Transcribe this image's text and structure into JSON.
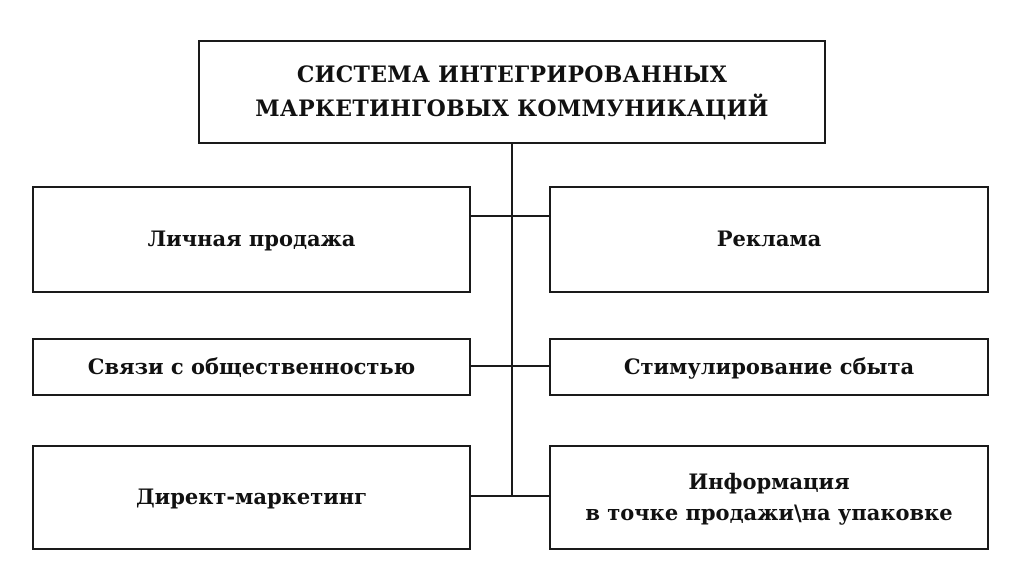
{
  "title": {
    "line1": "СИСТЕМА ИНТЕГРИРОВАННЫХ",
    "line2": "МАРКЕТИНГОВЫХ КОММУНИКАЦИЙ"
  },
  "left": [
    {
      "label": "Личная продажа"
    },
    {
      "label": "Связи с общественностью"
    },
    {
      "label": "Директ-маркетинг"
    }
  ],
  "right": [
    {
      "label": "Реклама"
    },
    {
      "label": "Стимулирование сбыта"
    },
    {
      "label": "Информация\nв точке продажи\\на упаковке"
    }
  ]
}
